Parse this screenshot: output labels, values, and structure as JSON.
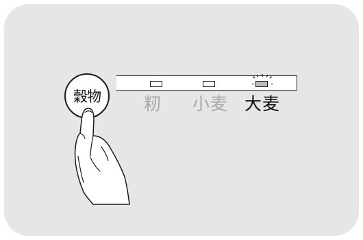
{
  "button": {
    "label": "穀物"
  },
  "options": [
    {
      "label": "籾",
      "active": false
    },
    {
      "label": "小麦",
      "active": false
    },
    {
      "label": "大麦",
      "active": true
    }
  ],
  "icons": {
    "hand": "pointing-hand-icon",
    "led": "indicator-led-icon",
    "glow": "blinking-rays-icon"
  },
  "colors": {
    "panel": "#e6e6e6",
    "active_text": "#111111",
    "inactive_text": "#a8a8a8"
  }
}
